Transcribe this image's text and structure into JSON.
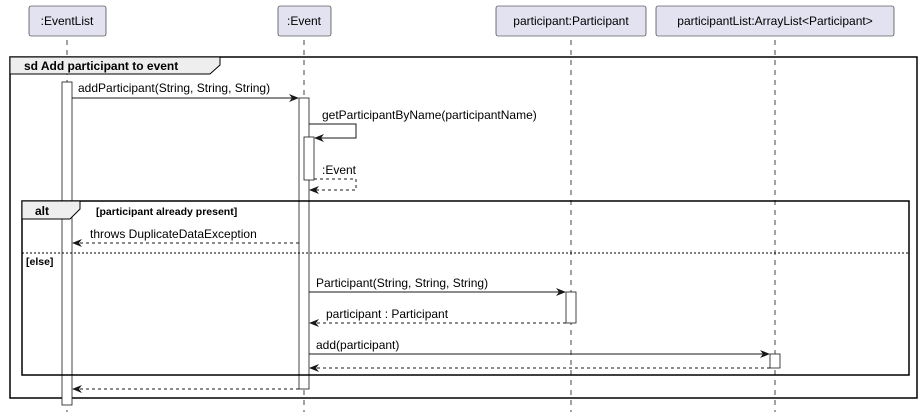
{
  "participants": {
    "event_list": ":EventList",
    "event": ":Event",
    "participant": "participant:Participant",
    "participant_list": "participantList:ArrayList<Participant>"
  },
  "frame": {
    "title": "sd Add participant to event"
  },
  "alt": {
    "keyword": "alt",
    "guard_present": "[participant already present]",
    "guard_else": "[else]"
  },
  "messages": {
    "add_participant": "addParticipant(String, String, String)",
    "get_by_name": "getParticipantByName(participantName)",
    "event_return": ":Event",
    "throws": "throws DuplicateDataException",
    "constructor": "Participant(String, String, String)",
    "participant_return": "participant : Participant",
    "add": "add(participant)"
  },
  "colors": {
    "participant_fill": "#e2e2f0",
    "participant_border": "#181818",
    "lifeline": "#181818",
    "activation_fill": "#ffffff"
  }
}
